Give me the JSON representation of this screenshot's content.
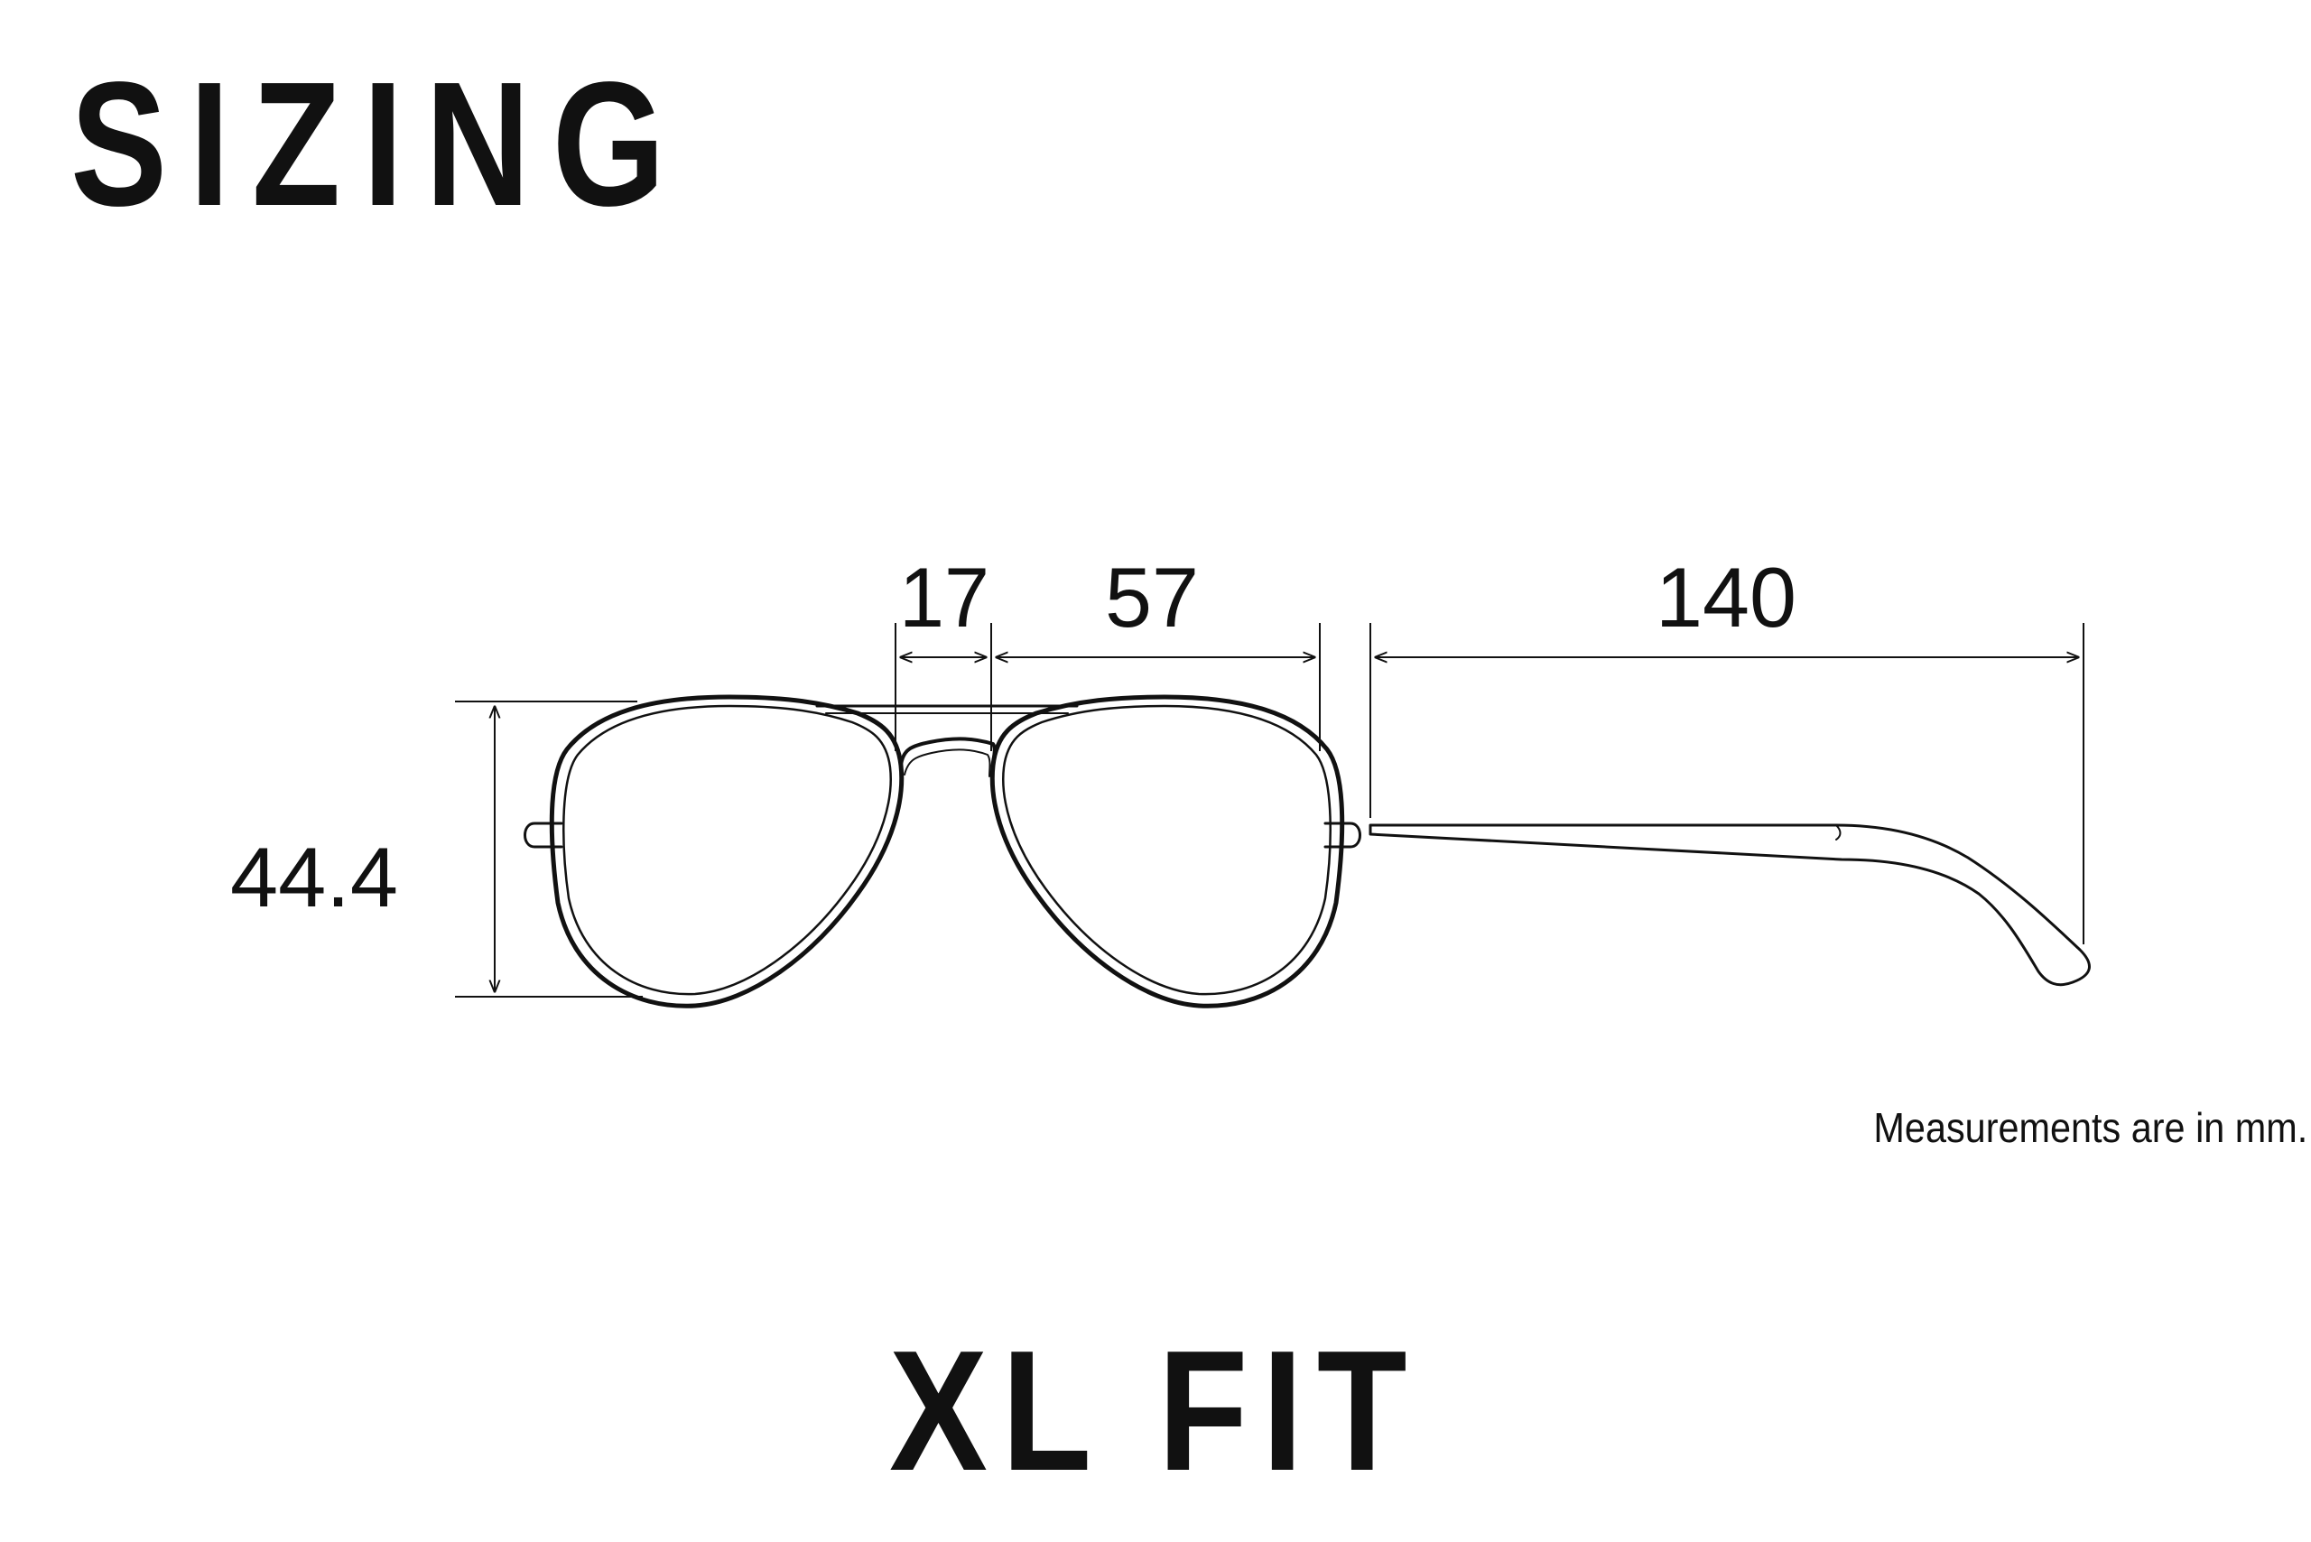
{
  "title": "SIZING",
  "fit_label": "XL FIT",
  "note": "Measurements are in mm.",
  "measurements": {
    "bridge": "17",
    "lens_width": "57",
    "temple_length": "140",
    "lens_height": "44.4"
  },
  "colors": {
    "ink": "#111111",
    "background": "#ffffff"
  }
}
